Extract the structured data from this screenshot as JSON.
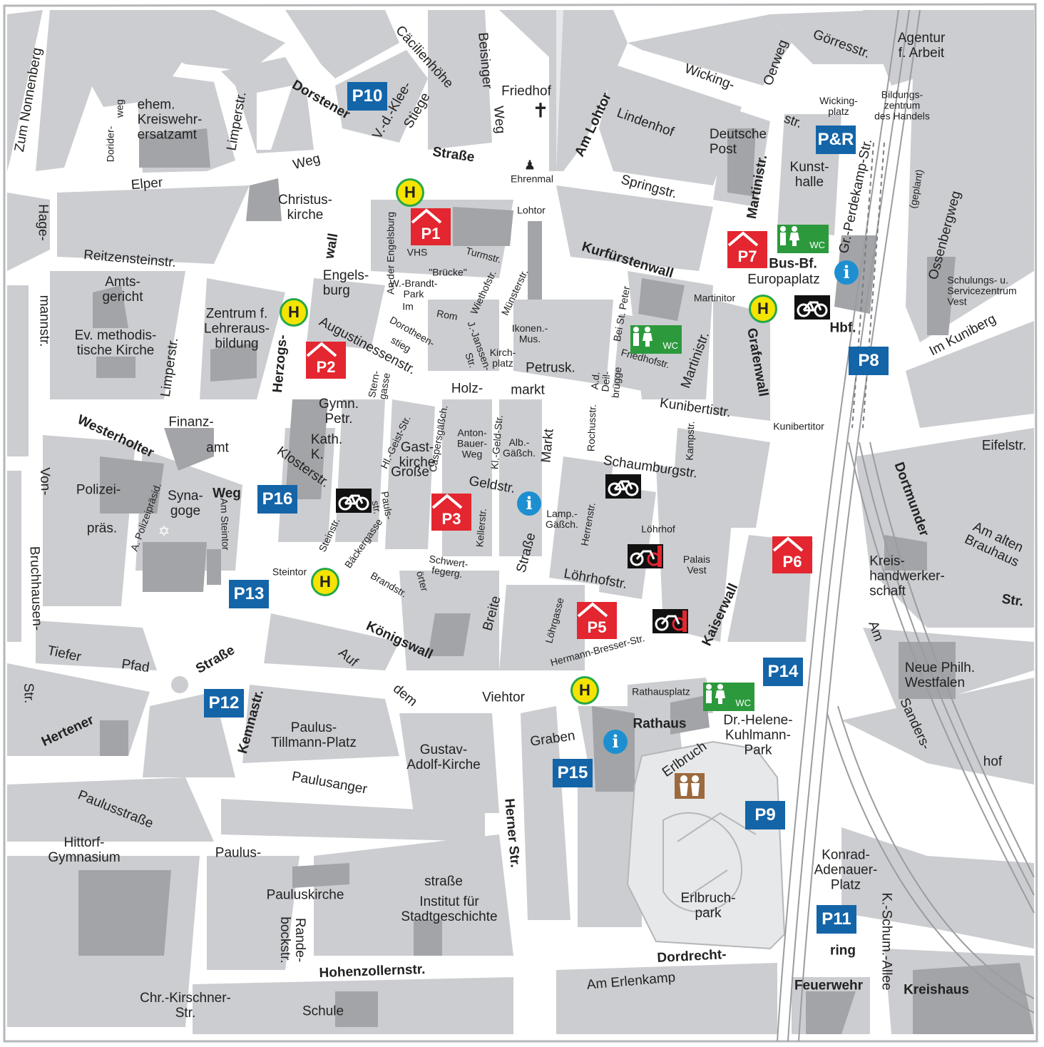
{
  "colors": {
    "land": "#ffffff",
    "block": "#cbcdd0",
    "building": "#a2a4a7",
    "road": "#ffffff",
    "park": "#e7e8e9",
    "parking_public": "#1464a8",
    "parking_garage": "#e3262f",
    "bus_stop_fill": "#f5e400",
    "bus_stop_ring": "#26a84a",
    "info": "#1d8fd0",
    "toilet": "#2c9a3c",
    "playground": "#9b6a3e"
  },
  "icons": {
    "parking_garage": "house-roof-icon",
    "bus_stop": "bus-stop-H-icon",
    "info": "info-icon",
    "toilet": "toilet-wc-icon",
    "bike": "bicycle-icon",
    "bike_rental": "bike-rental-icon",
    "playground": "playground-icon",
    "church": "cross-icon",
    "synagogue": "star-of-david-icon",
    "monument": "monument-icon"
  },
  "streets": {
    "zum_nonnenberg": "Zum Nonnenberg",
    "dorider": "Dorider-",
    "weg_small": "weg",
    "elper": "Elper",
    "weg": "Weg",
    "limperstr_top": "Limperstr.",
    "dorstener": "Dorstener",
    "strasse_top": "Straße",
    "cacilienhoehe": "Cäcilienhöhe",
    "v_d_klee": "V.-d.-Klee-",
    "stiege": "Stiege",
    "beisinger": "Beisinger",
    "weg2": "Weg",
    "am_lohtor": "Am Lohtor",
    "lindenhof": "Lindenhof",
    "wicking": "Wicking-",
    "str_wicking": "str.",
    "oerweg": "Oerweg",
    "goerresstr": "Görresstr.",
    "springstr": "Springstr.",
    "martinistr_top": "Martinistr.",
    "gr_perdekamp": "Gr.-Perdekamp-Str.",
    "geplant": "(geplant)",
    "ossenbergweg": "Ossenbergweg",
    "im_kuniberg": "Im Kuniberg",
    "hage": "Hage-",
    "mannstr": "mannstr.",
    "reitzensteinstr": "Reitzensteinstr.",
    "limperstr": "Limperstr.",
    "wall": "wall",
    "herzogs": "Herzogs-",
    "kurfuerstenwall": "Kurfürstenwall",
    "grafenwall": "Grafenwall",
    "turmstr": "Turmstr.",
    "an_der_engelsburg": "An der Engelsburg",
    "augustinessenstr": "Augustinessenstr.",
    "im": "Im",
    "rom": "Rom",
    "dorotheen": "Dorotheen-",
    "stieg": "stieg",
    "wiethofstr": "Wiethofstr.",
    "muensterstr": "Münsterstr.",
    "j_janssen": "J.-Janssen-",
    "str_j": "Str.",
    "sterngasse": "Stern-\ngasse",
    "bei_st_peter": "Bei St. Peter",
    "friedhofstr": "Friedhofstr.",
    "martinistr": "Martinistr.",
    "a_d_deilbruegge": "A.d.\nDeil-\nbrügge",
    "holz": "Holz-",
    "markt": "markt",
    "kunibertistr": "Kunibertistr.",
    "westerholter": "Westerholter",
    "weg_w": "Weg",
    "hl_geist_str": "Hl.-Geist-Str.",
    "caspersgaesschen": "Caspersgäßch.",
    "anton_bauer_weg": "Anton-\nBauer-\nWeg",
    "kl_geldstr": "Kl.-Geld-Str.",
    "alb_gaessch": "Alb.-\nGäßch.",
    "markt_v": "Markt",
    "rochusstr": "Rochusstr.",
    "kampstr": "Kampstr.",
    "schaumburgstr": "Schaumburgstr.",
    "eifelstr": "Eifelstr.",
    "dortmunder": "Dortmunder",
    "grosse": "Große",
    "geldstr": "Geldstr.",
    "klosterstr": "Klosterstr.",
    "a_polizeipraesid": "A. Polizeipräsid.",
    "am_steintor": "Am Steintor",
    "steinstr": "Steinstr.",
    "paulsstr": "Pauls-\nstr.",
    "baeckergasse": "Bäckergasse",
    "brandstr": "Brandstr.",
    "kellerstr": "Kellerstr.",
    "schwertfegerg": "Schwert-\nfegerg.",
    "oerter": "örter",
    "breite": "Breite",
    "strasse_breite": "Straße",
    "lamp_gaessch": "Lamp.-\nGäßch.",
    "herrenstr": "Herrenstr.",
    "loehrhofstr": "Löhrhofstr.",
    "loehrgasse": "Löhrgasse",
    "hermann_bresser_str": "Hermann-Bresser-Str.",
    "kaiserwall": "Kaiserwall",
    "am_alten_brauhaus": "Am alten\nBrauhaus",
    "str_dortmunder": "Str.",
    "von": "Von-",
    "bruchhausen": "Bruchhausen-",
    "str_von": "Str.",
    "tiefer": "Tiefer",
    "pfad": "Pfad",
    "strasse_herten": "Straße",
    "hertener": "Hertener",
    "koenigswall": "Königswall",
    "auf": "Auf",
    "dem": "dem",
    "graben": "Graben",
    "kemnastr": "Kemnastr.",
    "paulusanger": "Paulusanger",
    "paulusstrasse": "Paulusstraße",
    "paulus": "Paulus-",
    "strasse_paulus": "straße",
    "herner_str": "Herner Str.",
    "erlbruch": "Erlbruch",
    "am": "Am",
    "sanders": "Sanders-",
    "hof": "hof",
    "k_schum_allee": "K.-Schum.-Allee",
    "ring": "ring",
    "dordrecht": "Dordrecht-",
    "am_erlenkamp": "Am Erlenkamp",
    "hohenzollernstr": "Hohenzollernstr.",
    "chr_kirschner": "Chr.-Kirschner-\nStr.",
    "randebockstr": "Rande-\nbockstr."
  },
  "places": {
    "ehem_kreiswehrersatzamt": "ehem.\nKreiswehr-\nersatzamt",
    "friedhof": "Friedhof",
    "ehrenmal": "Ehrenmal",
    "agentur_f_arbeit": "Agentur\nf. Arbeit",
    "bildungszentrum": "Bildungs-\nzentrum\ndes Handels",
    "wicking_platz": "Wicking-\nplatz",
    "deutsche_post": "Deutsche\nPost",
    "kunsthalle": "Kunst-\nhalle",
    "christuskirche": "Christus-\nkirche",
    "lohtor": "Lohtor",
    "vhs": "VHS",
    "bruecke": "\"Brücke\"",
    "w_brandt_park": "W.-Brandt-\nPark",
    "engelsburg": "Engels-\nburg",
    "amtsgericht": "Amts-\ngericht",
    "ev_methodist": "Ev. methodis-\ntische Kirche",
    "zentrum_lehrer": "Zentrum f.\nLehreraus-\nbildung",
    "ikonen_mus": "Ikonen.-\nMus.",
    "kirchplatz": "Kirch-\nplatz",
    "petrusk": "Petrusk.",
    "gymn_petr": "Gymn.\nPetr.",
    "finanzamt_1": "Finanz-",
    "finanzamt_2": "amt",
    "kath_k": "Kath.\nK.",
    "gastkirche": "Gast-\nkirche",
    "polizeipraes_1": "Polizei-",
    "polizeipraes_2": "präs.",
    "synagoge": "Syna-\ngoge",
    "steintor": "Steintor",
    "loehrhof": "Löhrhof",
    "palais_vest": "Palais\nVest",
    "martinitor": "Martinitor",
    "bus_bf": "Bus-Bf.",
    "europaplatz": "Europaplatz",
    "hbf": "Hbf.",
    "schulungszentrum": "Schulungs- u.\nServicezentrum\nVest",
    "kunibertitor": "Kunibertitor",
    "kreishandwerkerschaft": "Kreis-\nhandwerker-\nschaft",
    "neue_philh": "Neue Philh.\nWestfalen",
    "viehtor": "Viehtor",
    "rathausplatz": "Rathausplatz",
    "rathaus": "Rathaus",
    "dr_helene": "Dr.-Helene-\nKuhlmann-\nPark",
    "paulus_tillmann": "Paulus-\nTillmann-Platz",
    "gustav_adolf": "Gustav-\nAdolf-Kirche",
    "hittorf": "Hittorf-\nGymnasium",
    "pauluskirche": "Pauluskirche",
    "institut": "Institut für\nStadtgeschichte",
    "erlbruchpark": "Erlbruch-\npark",
    "konrad_adenauer": "Konrad-\nAdenauer-\nPlatz",
    "feuerwehr": "Feuerwehr",
    "kreishaus": "Kreishaus",
    "schule": "Schule"
  },
  "parking": {
    "p1": "P1",
    "p2": "P2",
    "p3": "P3",
    "p5": "P5",
    "p6": "P6",
    "p7": "P7",
    "p8": "P8",
    "p9": "P9",
    "p10": "P10",
    "p11": "P11",
    "p12": "P12",
    "p13": "P13",
    "p14": "P14",
    "p15": "P15",
    "p16": "P16",
    "pr": "P&R"
  },
  "symbols": {
    "bus_stop": "H",
    "info": "i",
    "wc": "WC"
  }
}
